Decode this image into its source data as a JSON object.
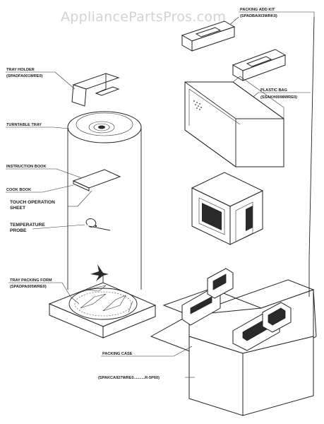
{
  "watermark": "AppliancePartsPros.com",
  "labels": {
    "packing_add_kit": "PACKING ADD KIT",
    "packing_add_kit_code": "(SPADBA003WRK0)",
    "tray_holder": "TRAY HOLDER",
    "tray_holder_code": "(SPADFA001WRE0)",
    "plastic_bag": "PLASTIC BAG",
    "plastic_bag_code": "(SSAKH0098WRE0)",
    "turntable_tray": "TURNTABLE TRAY",
    "instruction_book": "INSTRUCTION BOOK",
    "cook_book": "COOK BOOK",
    "touch_operation_line1": "TOUCH OPERATION",
    "touch_operation_line2": "SHEET",
    "temperature_probe_line1": "TEMPERATURE",
    "temperature_probe_line2": "PROBE",
    "tray_packing_form": "TRAY PACKING FORM",
    "tray_packing_form_code": "(SPADPA005WRE0)",
    "packing_case": "PACKING CASE",
    "packing_case_code": "(SPAKCA927WRE0..........R-5P60)"
  },
  "colors": {
    "line": "#222222",
    "watermark": "#d2d2d2",
    "background": "#ffffff"
  }
}
